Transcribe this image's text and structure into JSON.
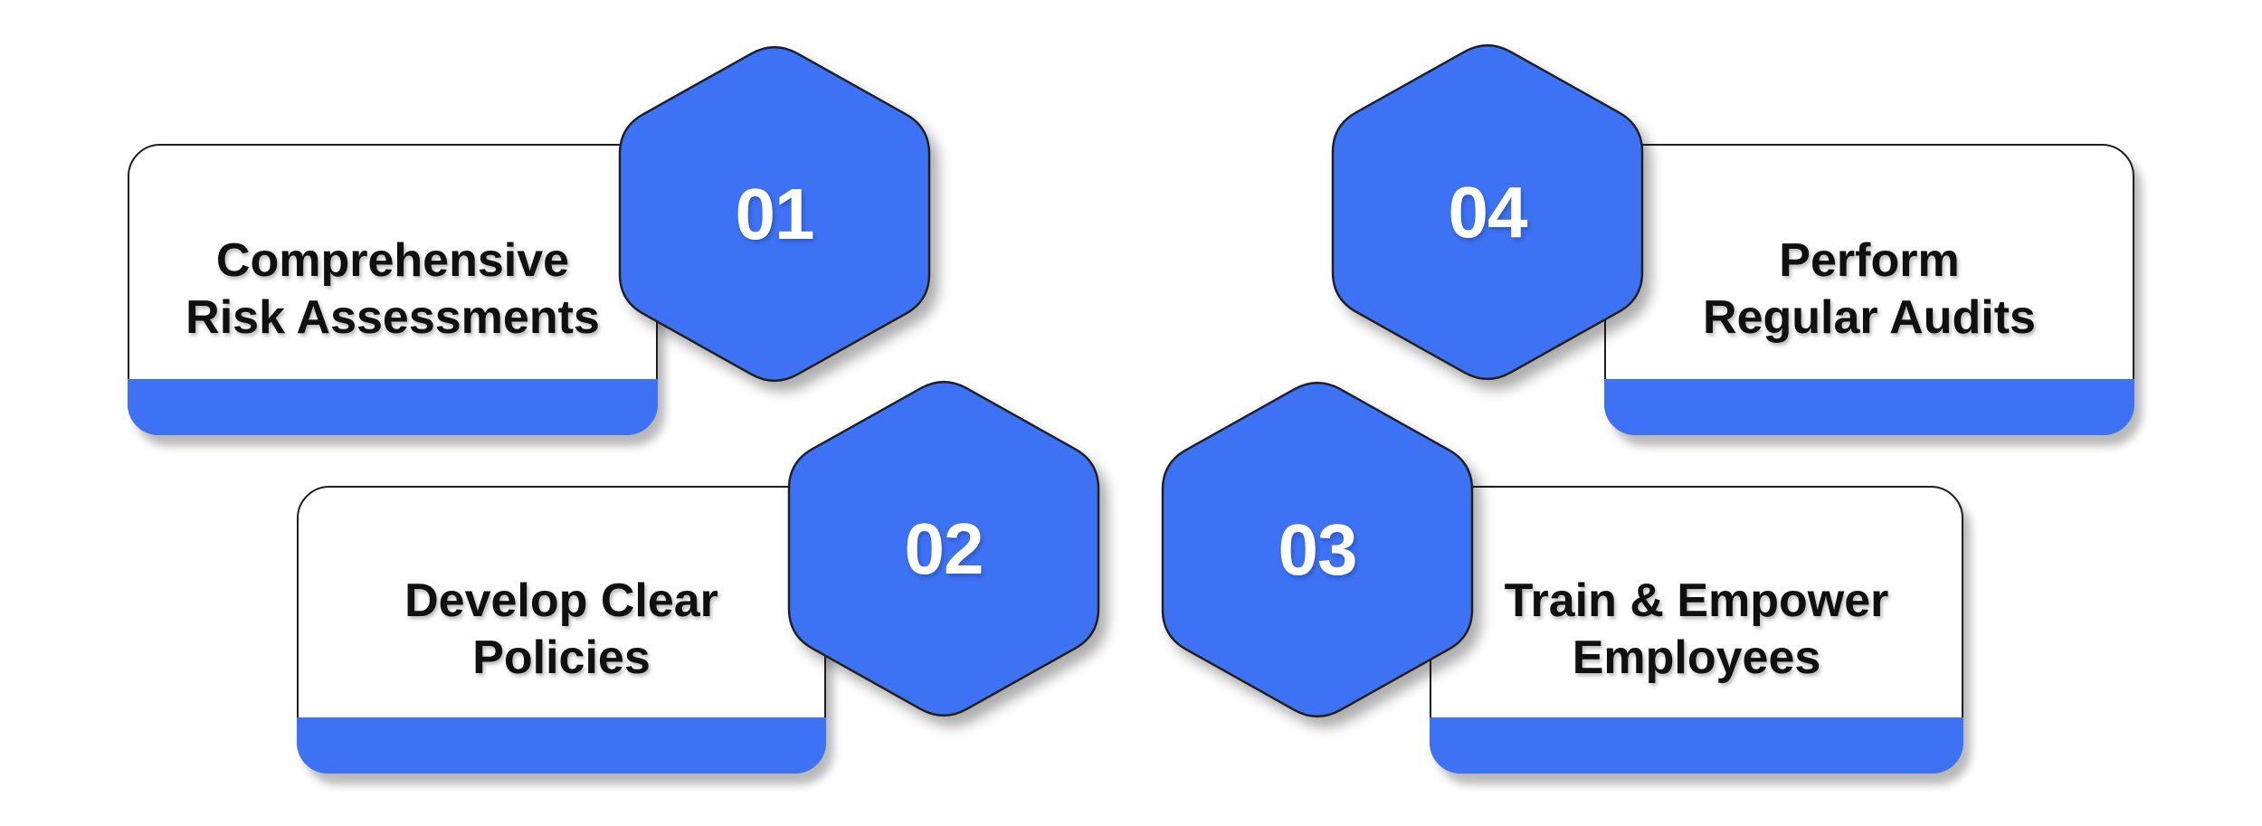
{
  "colors": {
    "accent_blue": "#3d72f5",
    "outline": "#1f1f1f",
    "text": "#101010",
    "number_text": "#ffffff",
    "page_bg": "#ffffff"
  },
  "steps": [
    {
      "number": "01",
      "title_line1": "Comprehensive",
      "title_line2": "Risk Assessments"
    },
    {
      "number": "02",
      "title_line1": "Develop Clear",
      "title_line2": "Policies"
    },
    {
      "number": "03",
      "title_line1": "Train & Empower",
      "title_line2": "Employees"
    },
    {
      "number": "04",
      "title_line1": "Perform",
      "title_line2": "Regular Audits"
    }
  ]
}
